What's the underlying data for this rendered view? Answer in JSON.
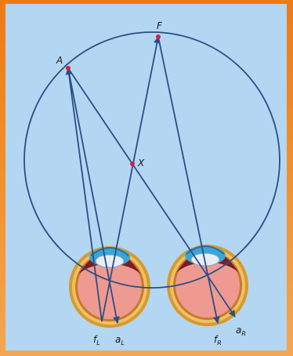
{
  "labels": {
    "A": "A",
    "F": "F",
    "X": "X",
    "fL": "f",
    "fL_sub": "L",
    "aL": "a",
    "aL_sub": "L",
    "fR": "f",
    "fR_sub": "R",
    "aR": "a",
    "aR_sub": "R"
  },
  "colors": {
    "frame": "#ee7a14",
    "background": "#b3d6f2",
    "lines": "#2a4f88",
    "points": "#d4213a",
    "eyeball": "#ef9a90",
    "sclera_ring": "#e0a640",
    "iris": "#3aa6d8"
  }
}
